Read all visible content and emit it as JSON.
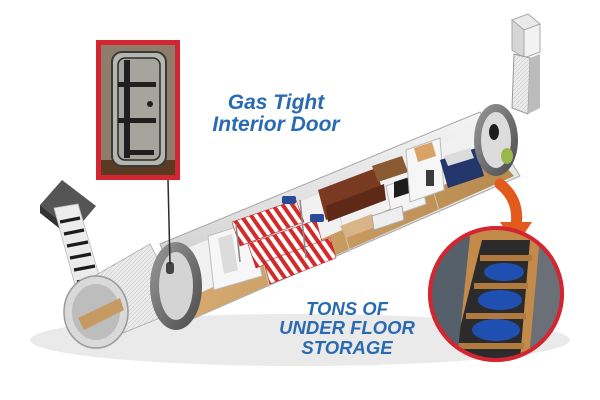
{
  "callouts": {
    "door": {
      "line1": "Gas Tight",
      "line2": "Interior Door"
    },
    "storage": {
      "line1": "TONS OF",
      "line2": "UNDER FLOOR",
      "line3": "STORAGE"
    }
  },
  "colors": {
    "callout_text": "#2a6ab3",
    "frame_red": "#d32630",
    "arrow_orange": "#e25a1c",
    "tube_gray": "#e2e2e2",
    "floor_wood": "#c79a63",
    "sofa_brown": "#7a3a22",
    "bed_stripe_red": "#d42a2a",
    "storage_tank_blue": "#1f4fb0"
  }
}
